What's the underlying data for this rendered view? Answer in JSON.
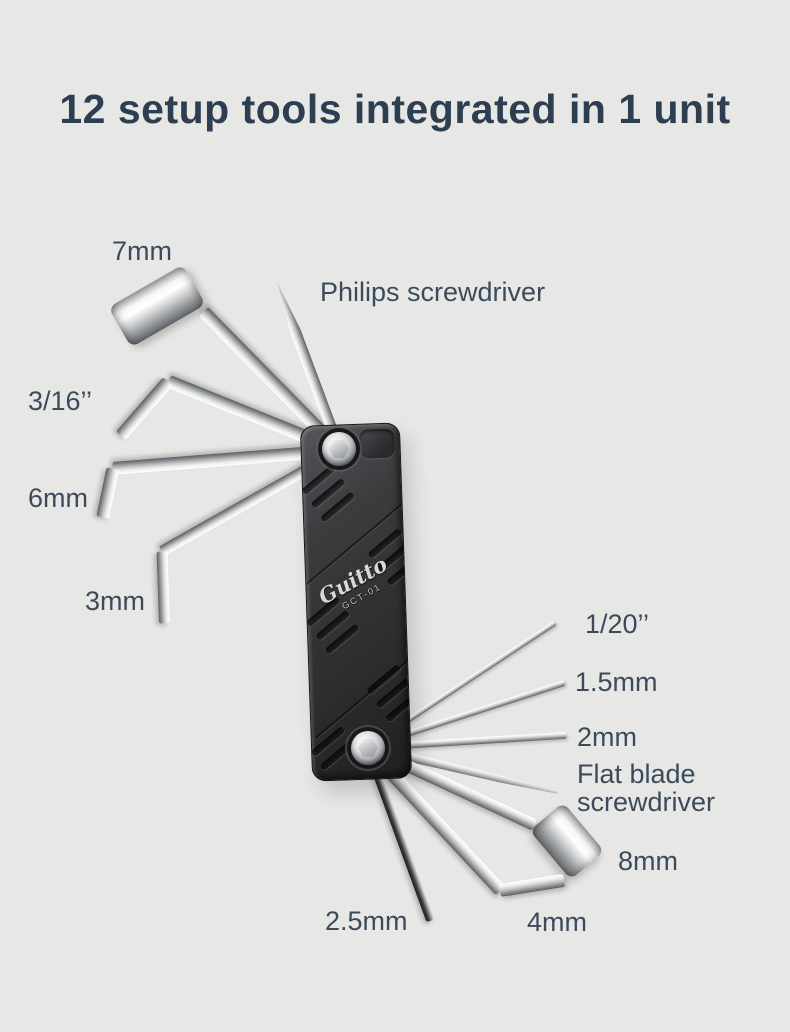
{
  "colors": {
    "bg": "#e7e8e6",
    "title": "#2d3e50",
    "label": "#3c4b5b",
    "body_metal": "#2c2d2f",
    "tool_metal": "#d8dadb"
  },
  "title": {
    "text": "12 setup tools integrated in 1 unit"
  },
  "product": {
    "brand": "Guitto",
    "model": "GCT-01"
  },
  "callouts": [
    {
      "id": "socket-7mm",
      "text": "7mm"
    },
    {
      "id": "philips",
      "text": "Philips screwdriver"
    },
    {
      "id": "hex-3-16in",
      "text": "3/16’’"
    },
    {
      "id": "hex-6mm",
      "text": "6mm"
    },
    {
      "id": "hex-3mm",
      "text": "3mm"
    },
    {
      "id": "hex-1-20in",
      "text": "1/20’’"
    },
    {
      "id": "hex-1-5mm",
      "text": "1.5mm"
    },
    {
      "id": "hex-2mm",
      "text": "2mm"
    },
    {
      "id": "flat-blade",
      "text": "Flat blade screwdriver"
    },
    {
      "id": "socket-8mm",
      "text": "8mm"
    },
    {
      "id": "hex-4mm",
      "text": "4mm"
    },
    {
      "id": "hex-2-5mm",
      "text": "2.5mm"
    }
  ]
}
